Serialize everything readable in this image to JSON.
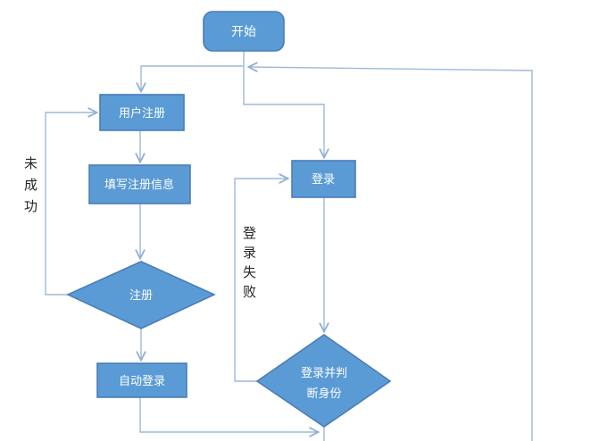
{
  "diagram": {
    "type": "flowchart",
    "nodes": {
      "start": {
        "shape": "rounded-rect",
        "label": "开始"
      },
      "user_register": {
        "shape": "rect",
        "label": "用户注册"
      },
      "fill_register_info": {
        "shape": "rect",
        "label": "填写注册信息"
      },
      "register": {
        "shape": "diamond",
        "label": "注册"
      },
      "auto_login": {
        "shape": "rect",
        "label": "自动登录"
      },
      "login": {
        "shape": "rect",
        "label": "登录"
      },
      "judge_identity": {
        "shape": "diamond",
        "label": "登录并判断身份",
        "lines": [
          "登录并判",
          "断身份"
        ]
      }
    },
    "edge_labels": {
      "unsuccessful": "未成功",
      "login_failed": "登录失败"
    },
    "colors": {
      "node_fill": "#5b9bd5",
      "node_border": "#4a7db8",
      "connector": "#9db9d9",
      "node_text": "#ffffff",
      "edge_label_text": "#262626"
    }
  }
}
